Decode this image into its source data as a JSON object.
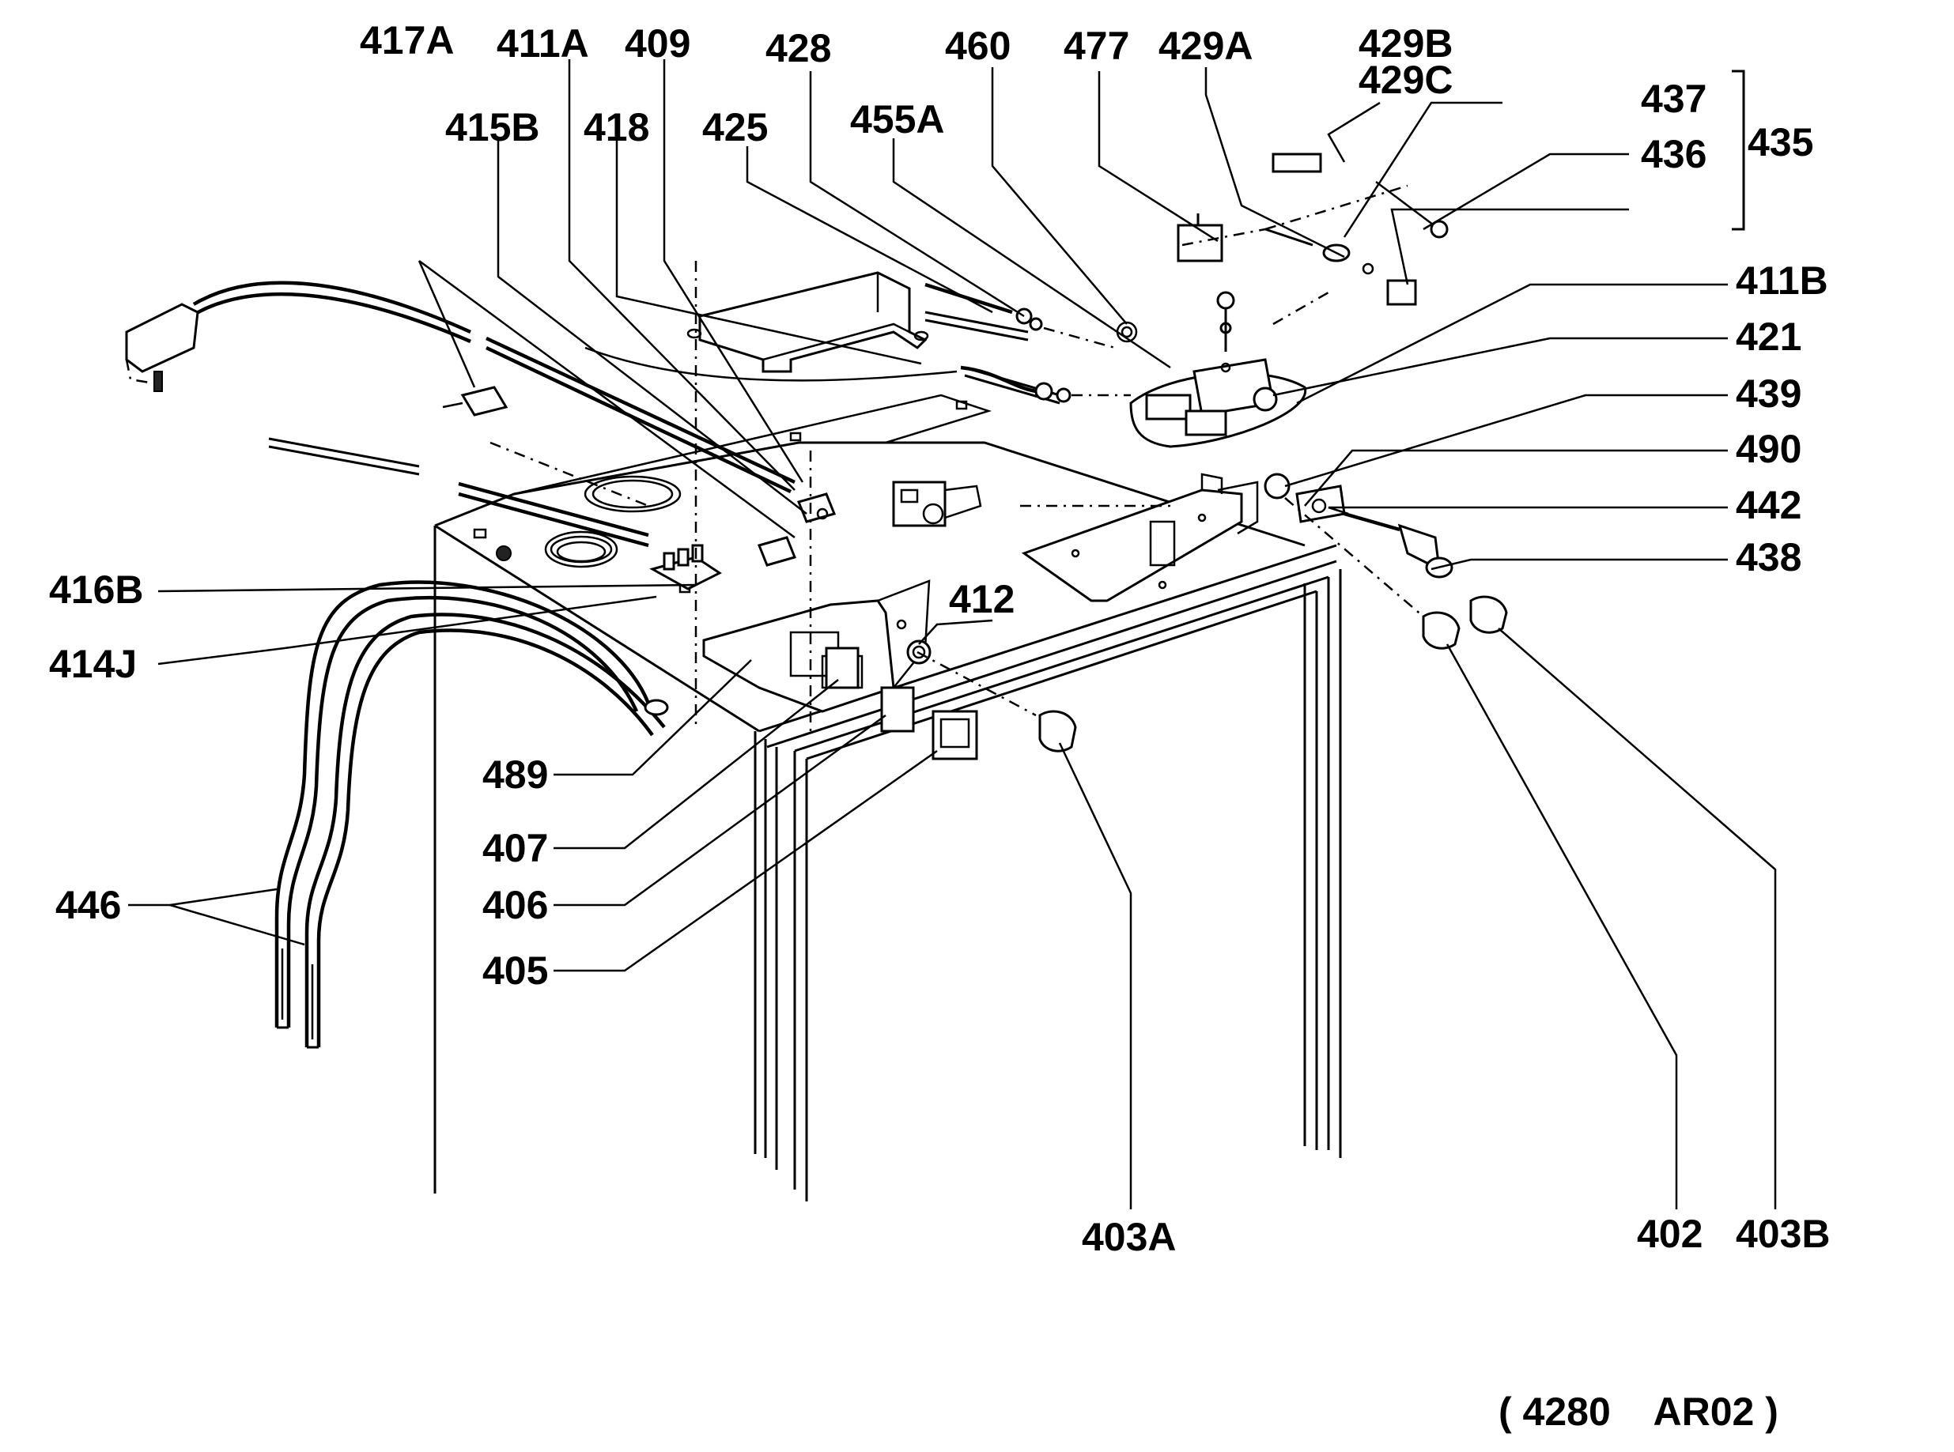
{
  "labels": {
    "l417A": "417A",
    "l411A": "411A",
    "l409": "409",
    "l428": "428",
    "l460": "460",
    "l477": "477",
    "l429A": "429A",
    "l429B": "429B",
    "l429C": "429C",
    "l437": "437",
    "l436": "436",
    "l435": "435",
    "l415B": "415B",
    "l418": "418",
    "l425": "425",
    "l455A": "455A",
    "l411B": "411B",
    "l421": "421",
    "l439": "439",
    "l490": "490",
    "l442": "442",
    "l438": "438",
    "l412": "412",
    "l416B": "416B",
    "l414J": "414J",
    "l489": "489",
    "l407": "407",
    "l406": "406",
    "l405": "405",
    "l446": "446",
    "l403A": "403A",
    "l402": "402",
    "l403B": "403B"
  },
  "reference": "( 4280    AR02 )"
}
